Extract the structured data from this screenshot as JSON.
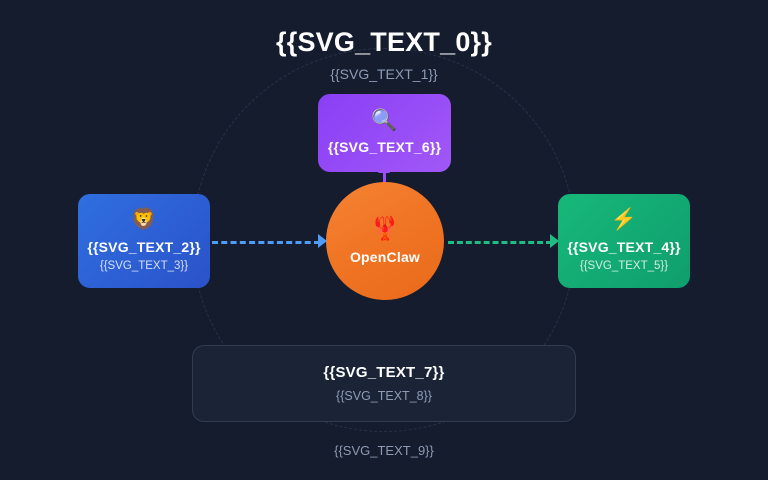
{
  "header": {
    "title": "{{SVG_TEXT_0}}",
    "subtitle": "{{SVG_TEXT_1}}"
  },
  "diagram": {
    "hub": {
      "icon": "lobster-emoji",
      "glyph": "🦞",
      "label": "OpenClaw",
      "color": "#ef7322"
    },
    "nodes": [
      {
        "position": "left",
        "icon": "lion-face-emoji",
        "glyph": "🦁",
        "title": "{{SVG_TEXT_2}}",
        "subtitle": "{{SVG_TEXT_3}}",
        "color": "#2f6fe0"
      },
      {
        "position": "right",
        "icon": "high-voltage-emoji",
        "glyph": "⚡",
        "title": "{{SVG_TEXT_4}}",
        "subtitle": "{{SVG_TEXT_5}}",
        "color": "#17b87a"
      },
      {
        "position": "top",
        "icon": "magnifying-glass-emoji",
        "glyph": "🔍",
        "title": "{{SVG_TEXT_6}}",
        "subtitle": "",
        "color": "#9b4ff6"
      }
    ],
    "edges": [
      {
        "name": "left-to-hub",
        "color": "#4d9cf5",
        "style": "dashed",
        "direction": "right"
      },
      {
        "name": "hub-to-right",
        "color": "#1fbd84",
        "style": "dashed",
        "direction": "right"
      },
      {
        "name": "hub-to-top",
        "color": "#9b4ff6",
        "style": "solid",
        "direction": "up"
      }
    ],
    "orbit_ring": {
      "style": "dashed",
      "color": "#94aacd"
    }
  },
  "panel": {
    "title": "{{SVG_TEXT_7}}",
    "subtitle": "{{SVG_TEXT_8}}"
  },
  "footer": {
    "note": "{{SVG_TEXT_9}}"
  }
}
